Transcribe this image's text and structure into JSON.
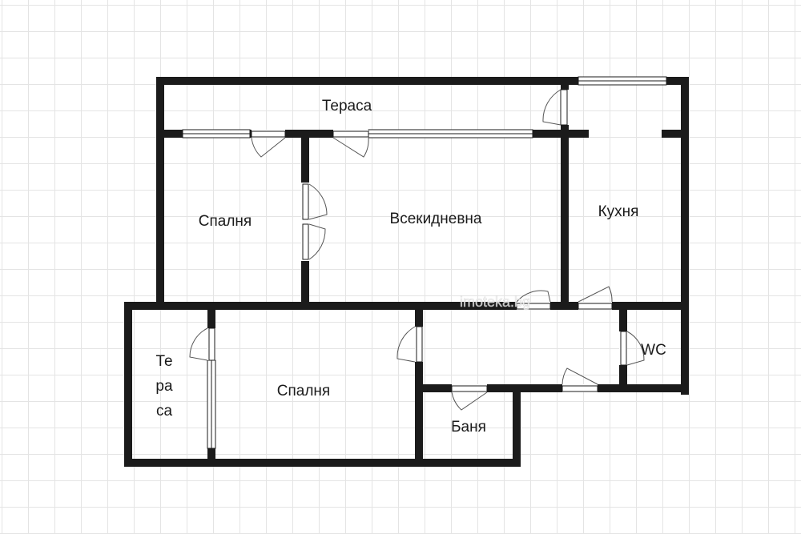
{
  "rooms": {
    "terrace_top": "Тераса",
    "bedroom_1": "Спалня",
    "living_room": "Всекидневна",
    "kitchen": "Кухня",
    "wc": "WC",
    "terrace_left_line1": "Те",
    "terrace_left_line2": "ра",
    "terrace_left_line3": "са",
    "bedroom_2": "Спалня",
    "bathroom": "Баня"
  },
  "watermark": "imoteka.bg",
  "colors": {
    "wall": "#1b1b1b",
    "grid": "#e4e4e4",
    "background": "#ffffff"
  }
}
